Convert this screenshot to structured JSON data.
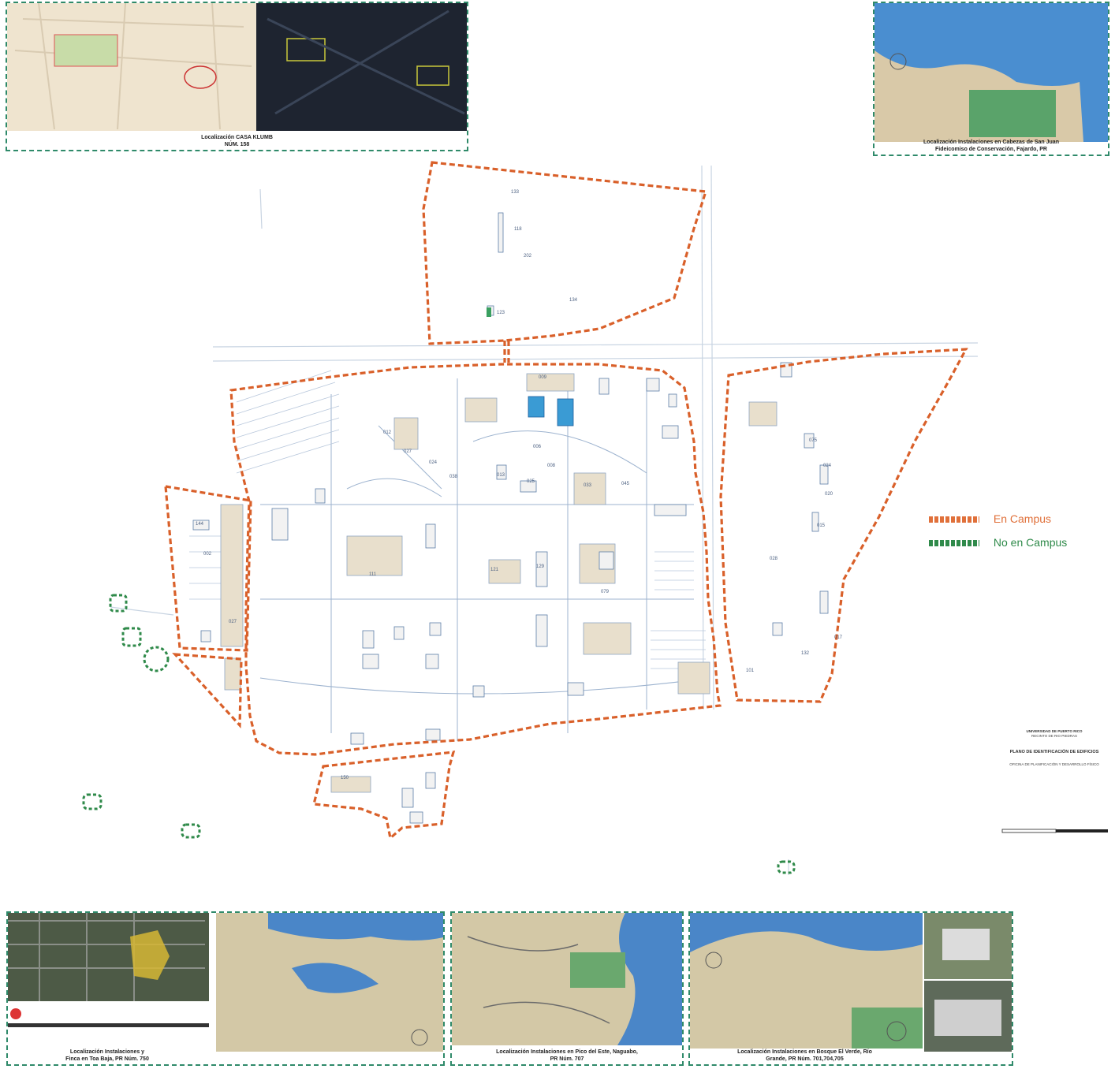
{
  "legend": {
    "on_campus": {
      "label": "En Campus",
      "color": "#e0703a"
    },
    "off_campus": {
      "label": "No en Campus",
      "color": "#2f8a4a"
    }
  },
  "insets": {
    "casa_klumb": {
      "caption_line1": "Localización CASA KLUMB",
      "caption_line2": "NÚM. 158"
    },
    "cabezas": {
      "caption_line1": "Localización Instalaciones en Cabezas de San Juan",
      "caption_line2": "Fideicomiso de Conservación, Fajardo, PR"
    },
    "toa_baja": {
      "caption_line1": "Localización Instalaciones y",
      "caption_line2": "Finca en Toa Baja, PR Núm. 750"
    },
    "naguabo": {
      "caption_line1": "Localización Instalaciones en Pico del Este, Naguabo,",
      "caption_line2": "PR Núm. 707"
    },
    "el_verde": {
      "caption_line1": "Localización Instalaciones en Bosque El Verde, Río",
      "caption_line2": "Grande, PR Núm. 701,704,705"
    }
  },
  "title_block": {
    "institution": "UNIVERSIDAD DE PUERTO RICO",
    "campus": "RECINTO DE RIO PIEDRAS",
    "plan_title": "PLANO DE IDENTIFICACIÓN DE EDIFICIOS",
    "office": "OFICINA DE PLANIFICACIÓN Y DESARROLLO FÍSICO"
  },
  "building_labels": [
    {
      "id": "133"
    },
    {
      "id": "118"
    },
    {
      "id": "202"
    },
    {
      "id": "134"
    },
    {
      "id": "123"
    },
    {
      "id": "009"
    },
    {
      "id": "006"
    },
    {
      "id": "008"
    },
    {
      "id": "012"
    },
    {
      "id": "027"
    },
    {
      "id": "024"
    },
    {
      "id": "038"
    },
    {
      "id": "013"
    },
    {
      "id": "025"
    },
    {
      "id": "033"
    },
    {
      "id": "045"
    },
    {
      "id": "111"
    },
    {
      "id": "121"
    },
    {
      "id": "129"
    },
    {
      "id": "079"
    },
    {
      "id": "075"
    },
    {
      "id": "024"
    },
    {
      "id": "020"
    },
    {
      "id": "015"
    },
    {
      "id": "028"
    },
    {
      "id": "017"
    },
    {
      "id": "132"
    },
    {
      "id": "101"
    },
    {
      "id": "144"
    },
    {
      "id": "002"
    },
    {
      "id": "027"
    },
    {
      "id": "150"
    }
  ]
}
